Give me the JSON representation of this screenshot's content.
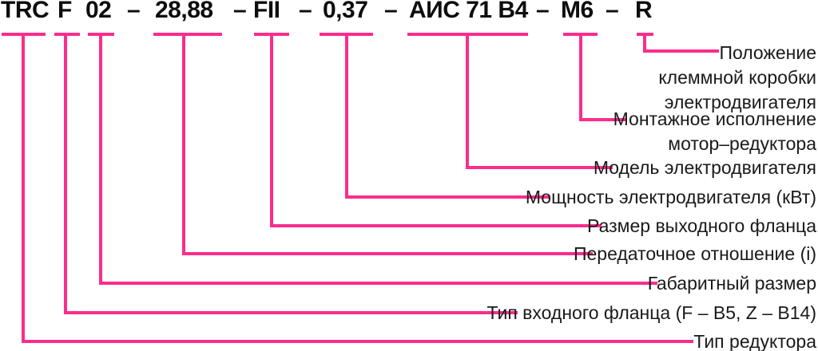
{
  "accent_color": "#fa2d8c",
  "text_color": "#1a1a1a",
  "code": {
    "dash": "–",
    "segments": [
      {
        "id": "reducer-type",
        "text": "TRC"
      },
      {
        "id": "input-flange-type",
        "text": "F"
      },
      {
        "id": "overall-size",
        "text": "02"
      },
      {
        "id": "gear-ratio",
        "text": "28,88"
      },
      {
        "id": "output-flange",
        "text": "FII"
      },
      {
        "id": "motor-power",
        "text": "0,37"
      },
      {
        "id": "motor-model",
        "text": "АИС 71 B4"
      },
      {
        "id": "mounting-design",
        "text": "M6"
      },
      {
        "id": "terminal-box",
        "text": "R"
      }
    ]
  },
  "labels": [
    {
      "for": "R",
      "text": "Положение\nклеммной коробки\nэлектродвигателя"
    },
    {
      "for": "M6",
      "text": "Монтажное исполнение\nмотор–редуктора"
    },
    {
      "for": "АИС 71 B4",
      "text": "Модель электродвигателя"
    },
    {
      "for": "0,37",
      "text": "Мощность электродвигателя (кВт)"
    },
    {
      "for": "FII",
      "text": "Размер выходного фланца"
    },
    {
      "for": "28,88",
      "text": "Передаточное отношение (i)"
    },
    {
      "for": "02",
      "text": "Габаритный размер"
    },
    {
      "for": "F",
      "text": "Тип входного фланца (F – B5, Z – B14)"
    },
    {
      "for": "TRC",
      "text": "Тип редуктора"
    }
  ]
}
